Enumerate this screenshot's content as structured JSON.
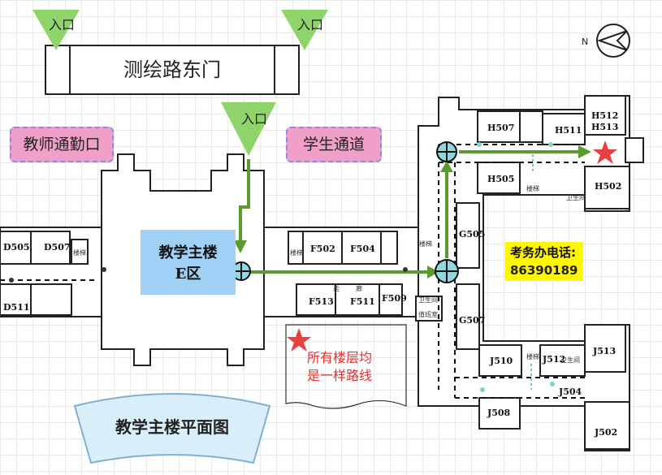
{
  "gate": {
    "label": "测绘路东门"
  },
  "entrance_label": "入口",
  "tags": {
    "teacher": "教师通勤口",
    "student": "学生通道"
  },
  "building_e": {
    "line1": "教学主楼",
    "line2": "E区"
  },
  "phone": {
    "label": "考务办电话:",
    "number": "86390189"
  },
  "note": {
    "line1": "所有楼层均",
    "line2": "是一样路线"
  },
  "title": "教学主楼平面图",
  "rooms": {
    "d505": "D505",
    "d507": "D507",
    "d511": "D511",
    "f502": "F502",
    "f504": "F504",
    "f513": "F513",
    "f511": "F511",
    "f509": "F509",
    "g505": "G505",
    "g507": "G507",
    "h507": "H507",
    "h511": "H511",
    "h505": "H505",
    "h512": "H512",
    "h513": "H513",
    "h502": "H502",
    "j510": "J510",
    "j512": "J512",
    "j513": "J513",
    "j508": "J508",
    "j504": "J504",
    "j502": "J502"
  },
  "small_labels": {
    "stairs": "楼梯",
    "toilet": "卫生间",
    "corridor": "走",
    "corridor2": "廊",
    "wc": "卫生间",
    "office": "值班室"
  },
  "colors": {
    "route": "#5a9a2e",
    "entry": "#8fd46a",
    "teacher_tag": "#f0a0c8",
    "e_zone": "#9fd0f5",
    "phone_bg": "#fff700",
    "star": "#e84040",
    "node": "#8fd8e0"
  }
}
